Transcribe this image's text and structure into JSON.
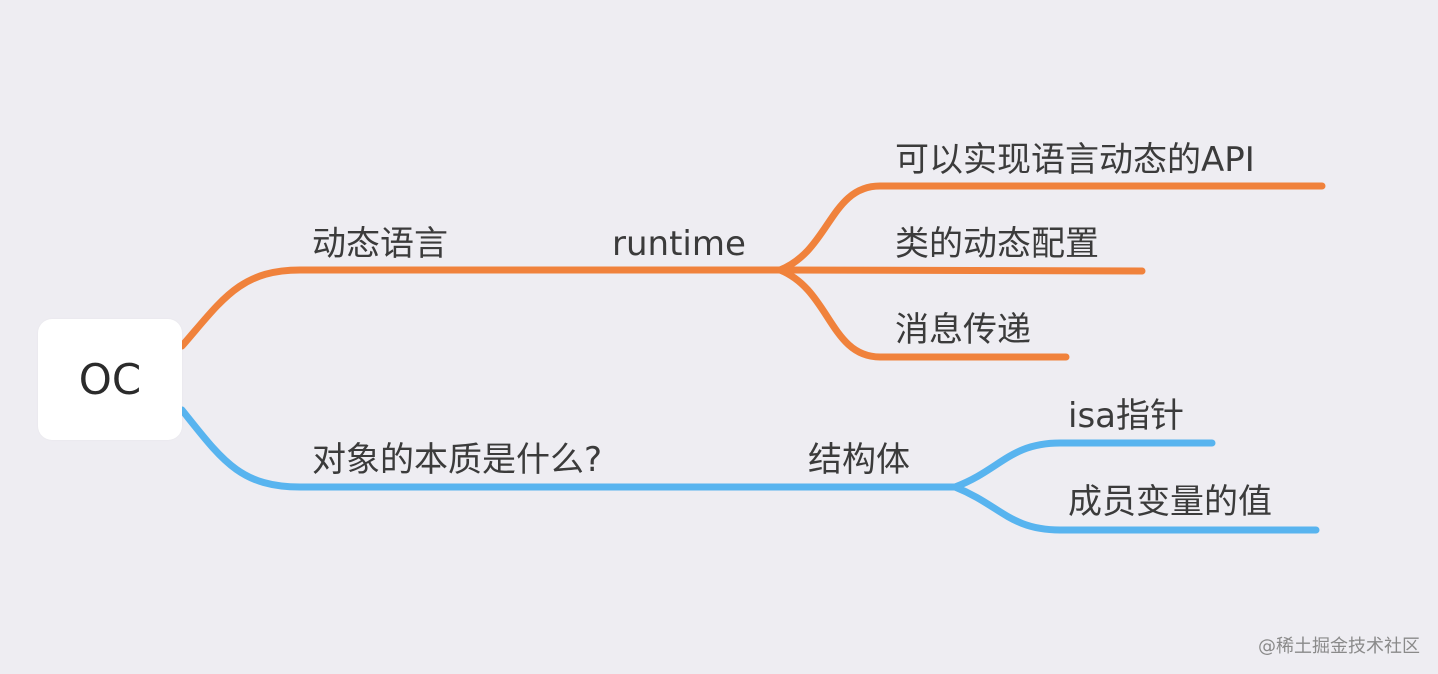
{
  "root": {
    "label": "OC"
  },
  "branches": {
    "orange": {
      "color": "#f0823c",
      "label": "动态语言",
      "sub_label": "runtime",
      "children": [
        "可以实现语言动态的API",
        "类的动态配置",
        "消息传递"
      ]
    },
    "blue": {
      "color": "#58b4ef",
      "label": "对象的本质是什么?",
      "sub_label": "结构体",
      "children": [
        "isa指针",
        "成员变量的值"
      ]
    }
  },
  "watermark": "@稀土掘金技术社区"
}
